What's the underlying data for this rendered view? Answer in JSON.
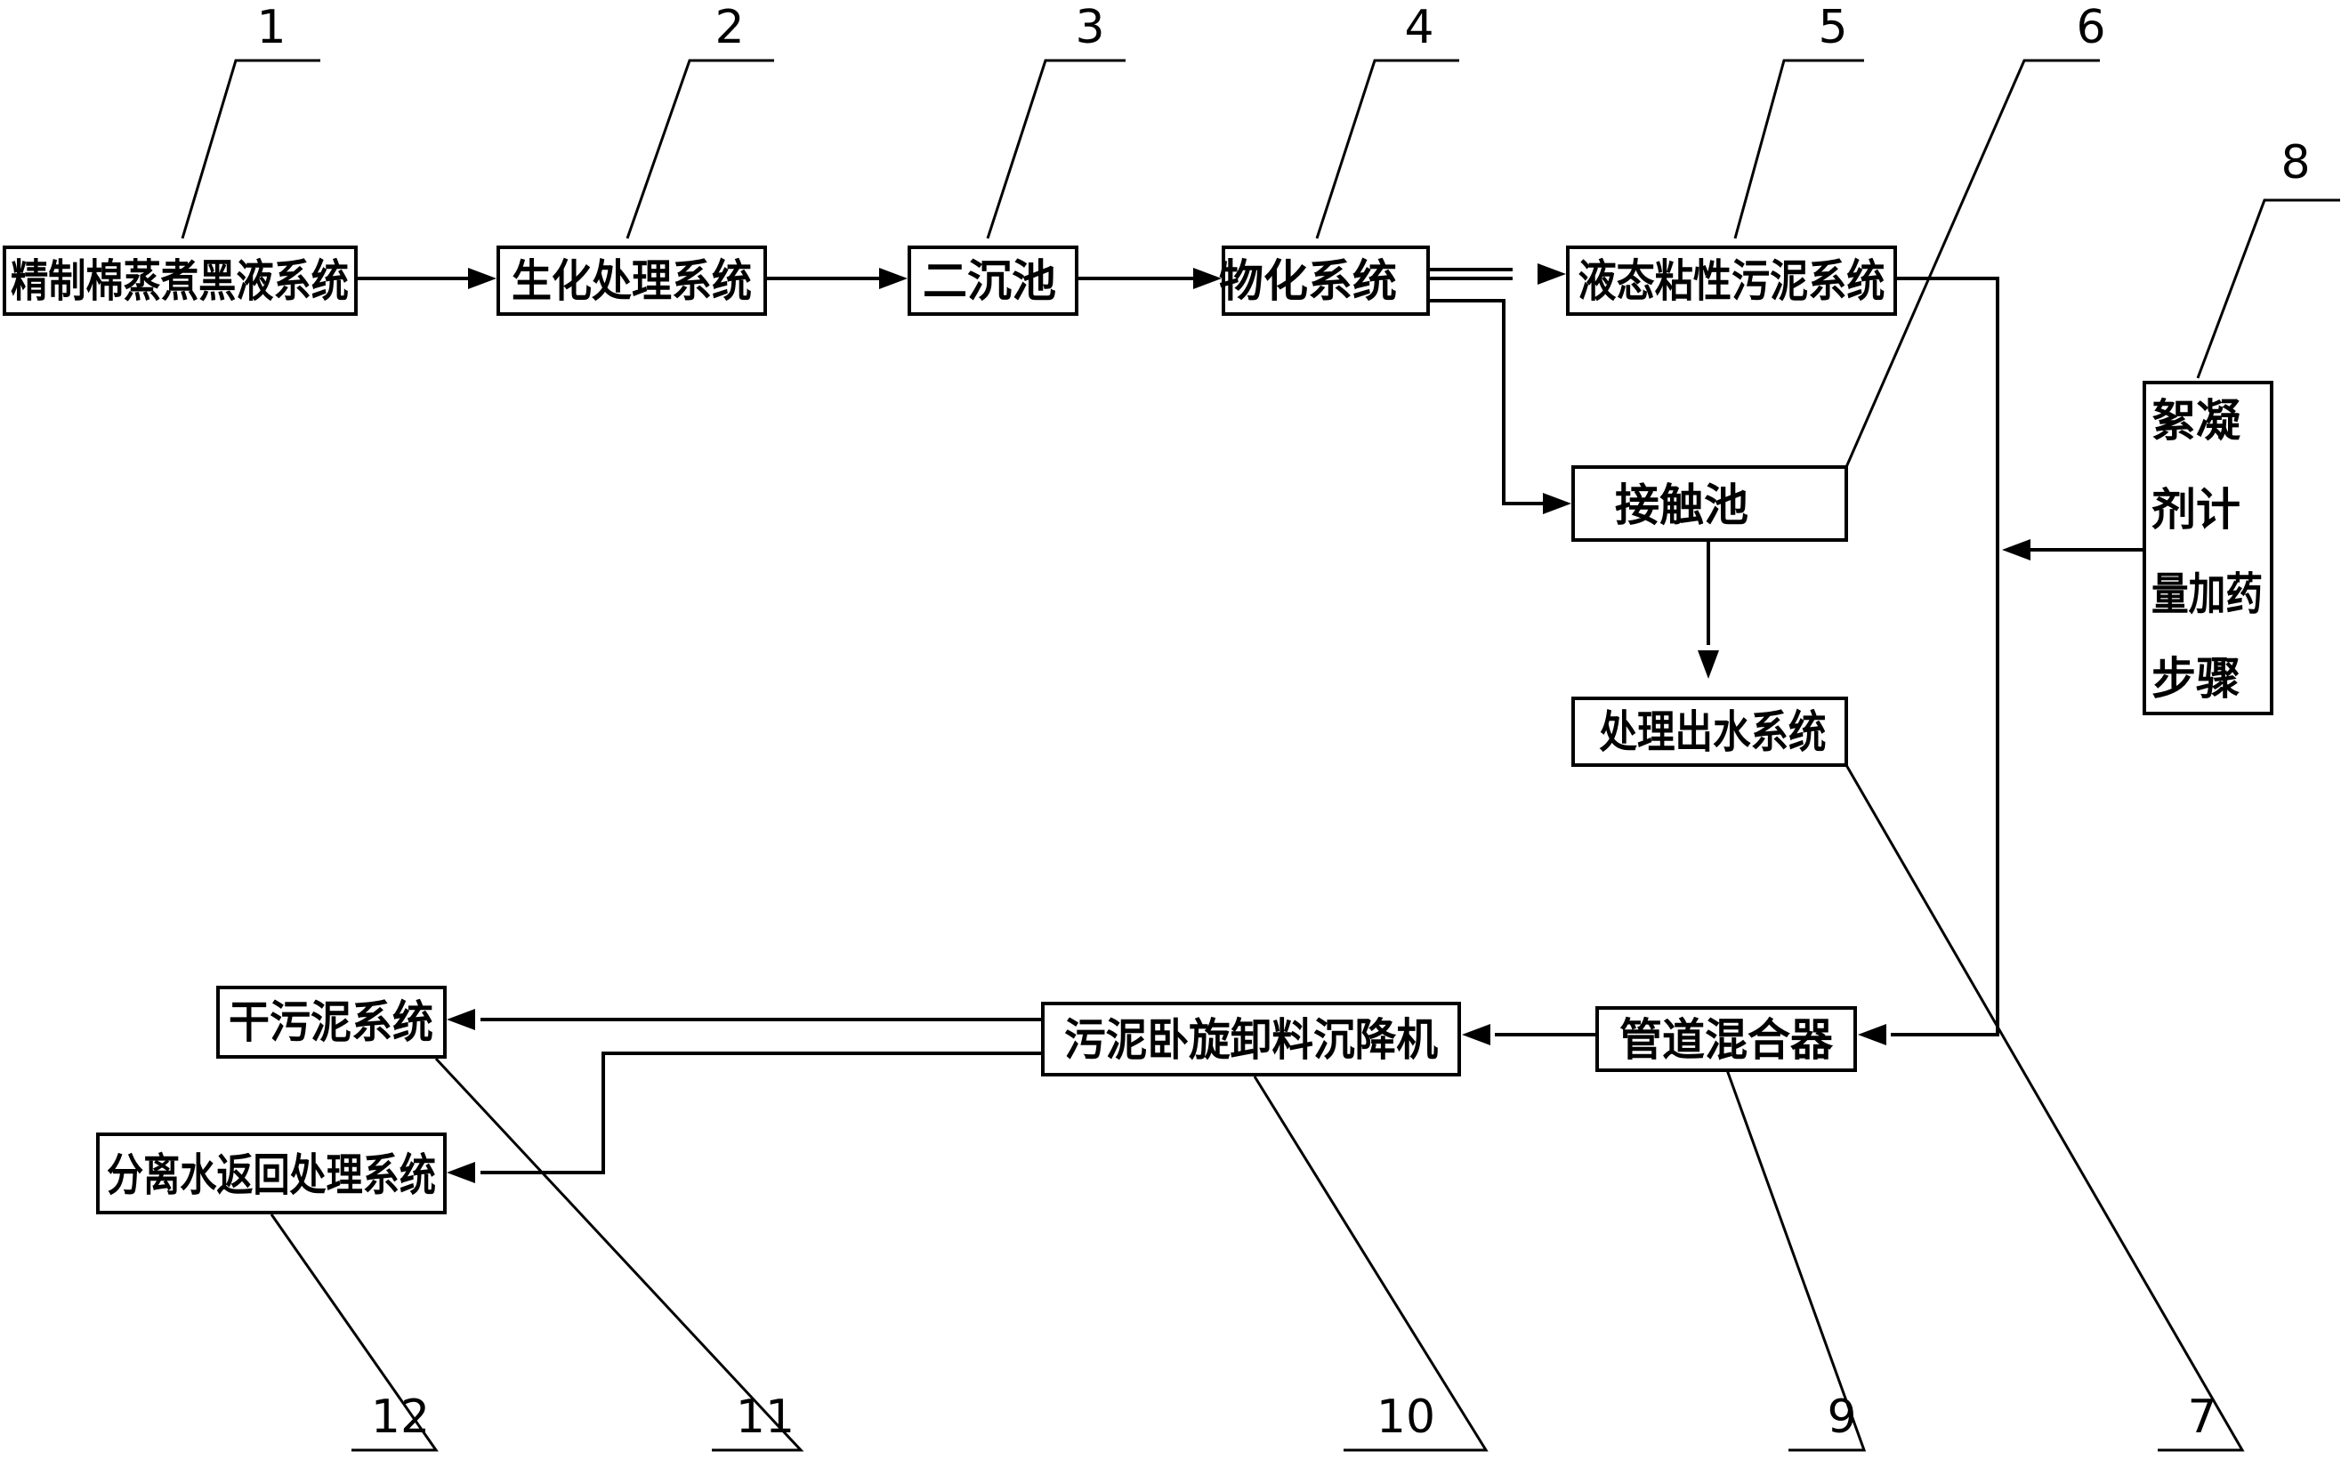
{
  "boxes": {
    "b1": "精制棉蒸煮黑液系统",
    "b2": "生化处理系统",
    "b3": "二沉池",
    "b4": "物化系统",
    "b5": "液态粘性污泥系统",
    "b6": "接触池",
    "b7": "处理出水系统",
    "b8": [
      "絮凝",
      "剂计",
      "量加药",
      "步骤"
    ],
    "b9": "管道混合器",
    "b10": "污泥卧旋卸料沉降机",
    "b11": "干污泥系统",
    "b12": "分离水返回处理系统"
  },
  "numbers": {
    "n1": "1",
    "n2": "2",
    "n3": "3",
    "n4": "4",
    "n5": "5",
    "n6": "6",
    "n7": "7",
    "n8": "8",
    "n9": "9",
    "n10": "10",
    "n11": "11",
    "n12": "12"
  },
  "colors": {
    "line": "#000000",
    "background": "#ffffff"
  }
}
